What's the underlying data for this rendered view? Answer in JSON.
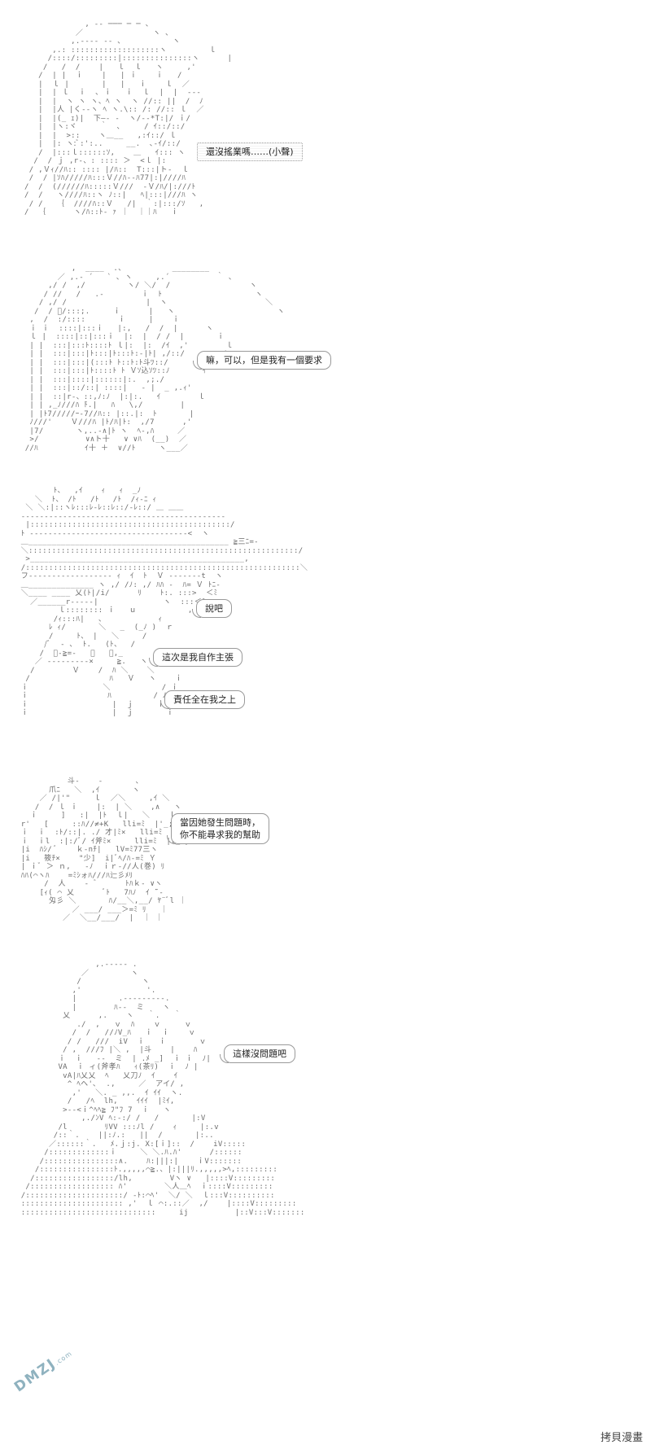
{
  "panels": [
    {
      "bubbles": [
        {
          "text": "還沒搖業嗎……(小聲)"
        }
      ]
    },
    {
      "bubbles": [
        {
          "text": "嘛，可以，但是我有一個要求"
        }
      ]
    },
    {
      "bubbles": [
        {
          "text": "說吧"
        },
        {
          "text": "這次是我自作主張"
        },
        {
          "text": "責任全在我之上"
        }
      ]
    },
    {
      "bubbles": [
        {
          "lines": [
            "當因她發生問題時，",
            "你不能尋求我的幫助"
          ]
        }
      ]
    },
    {
      "bubbles": [
        {
          "text": "這樣沒問題吧"
        }
      ]
    }
  ],
  "watermarks": {
    "left_logo": "DMZJ",
    "left_sub": ".com",
    "right": "拷貝漫畫"
  }
}
